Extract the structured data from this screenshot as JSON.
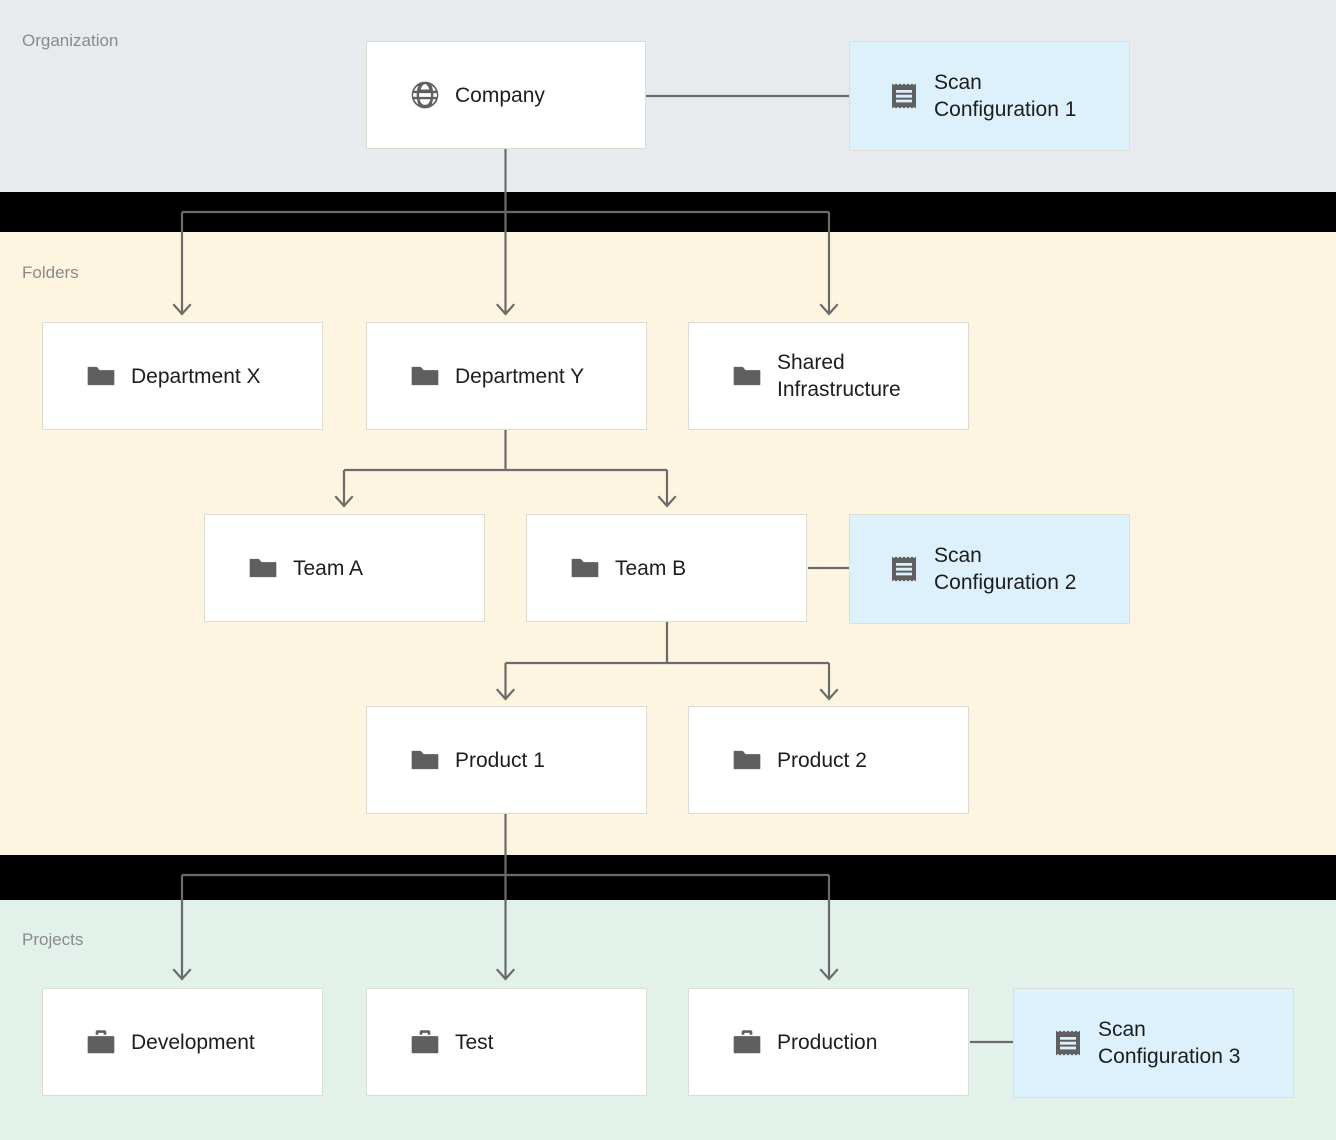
{
  "diagram": {
    "title": "Organization hierarchy with scan configurations",
    "colors": {
      "organization_band": "#e8ebee",
      "folders_band": "#fdf5e0",
      "projects_band": "#e2f1ea",
      "gap_band": "#000000",
      "node_fill": "#ffffff",
      "node_border": "#dcdcd5",
      "scan_fill": "#ddf1fc",
      "connector": "#6b6b6b",
      "icon": "#5f5f5f",
      "band_label": "#8a8a8a",
      "node_text": "#1d1d1d"
    }
  },
  "bands": [
    {
      "key": "organization",
      "label": "Organization"
    },
    {
      "key": "folders",
      "label": "Folders"
    },
    {
      "key": "projects",
      "label": "Projects"
    }
  ],
  "nodes": {
    "company": {
      "label": "Company",
      "icon": "globe-icon"
    },
    "scan_config_1": {
      "label": "Scan\nConfiguration 1",
      "icon": "receipt-icon"
    },
    "department_x": {
      "label": "Department X",
      "icon": "folder-icon"
    },
    "department_y": {
      "label": "Department Y",
      "icon": "folder-icon"
    },
    "shared_infra": {
      "label": "Shared\nInfrastructure",
      "icon": "folder-icon"
    },
    "team_a": {
      "label": "Team A",
      "icon": "folder-icon"
    },
    "team_b": {
      "label": "Team B",
      "icon": "folder-icon"
    },
    "scan_config_2": {
      "label": "Scan\nConfiguration 2",
      "icon": "receipt-icon"
    },
    "product_1": {
      "label": "Product 1",
      "icon": "folder-icon"
    },
    "product_2": {
      "label": "Product 2",
      "icon": "folder-icon"
    },
    "development": {
      "label": "Development",
      "icon": "briefcase-icon"
    },
    "test": {
      "label": "Test",
      "icon": "briefcase-icon"
    },
    "production": {
      "label": "Production",
      "icon": "briefcase-icon"
    },
    "scan_config_3": {
      "label": "Scan\nConfiguration 3",
      "icon": "receipt-icon"
    }
  }
}
